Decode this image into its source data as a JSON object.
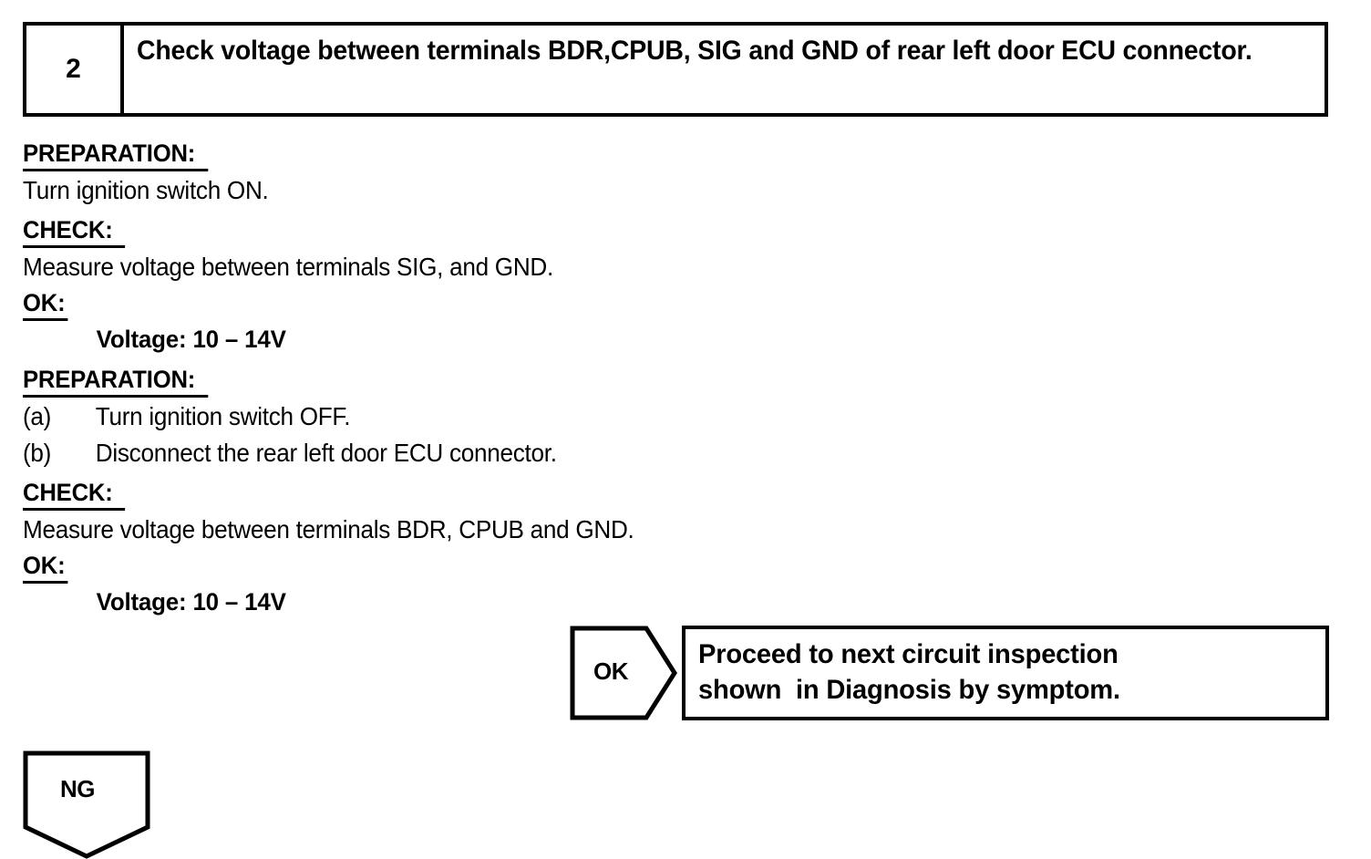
{
  "step": {
    "number": "2",
    "instruction": "Check voltage between terminals BDR,CPUB, SIG and GND of rear left door ECU connector."
  },
  "procedure": {
    "section1": {
      "preparation_heading": "PREPARATION:",
      "preparation_text": "Turn ignition switch ON.",
      "check_heading": "CHECK:",
      "check_text": "Measure voltage between terminals SIG, and GND.",
      "ok_heading": "OK:",
      "ok_spec": "Voltage: 10 – 14V"
    },
    "section2": {
      "preparation_heading": "PREPARATION:",
      "steps": [
        {
          "marker": "(a)",
          "text": "Turn ignition switch OFF."
        },
        {
          "marker": "(b)",
          "text": "Disconnect the rear left door ECU connector."
        }
      ],
      "check_heading": "CHECK:",
      "check_text": "Measure voltage between terminals BDR, CPUB and GND.",
      "ok_heading": "OK:",
      "ok_spec": "Voltage: 10 – 14V"
    }
  },
  "branches": {
    "ok": {
      "label": "OK",
      "result": "Proceed to next circuit inspection\nshown  in Diagnosis by symptom."
    },
    "ng": {
      "label": "NG"
    }
  },
  "colors": {
    "ink": "#000000",
    "paper": "#ffffff"
  }
}
